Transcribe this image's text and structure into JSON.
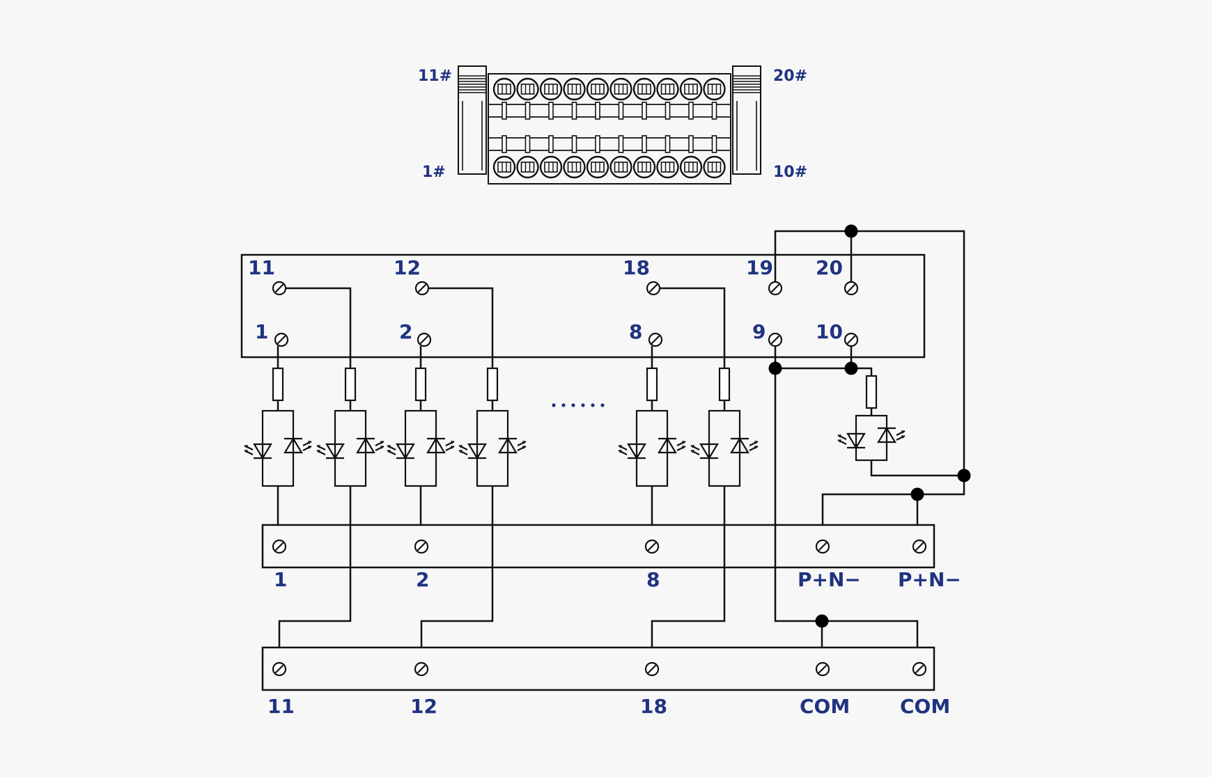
{
  "connector": {
    "label_top_left": "11#",
    "label_top_right": "20#",
    "label_bottom_left": "1#",
    "label_bottom_right": "10#"
  },
  "module_terminals": {
    "top_row": [
      "11",
      "12",
      "18",
      "19",
      "20"
    ],
    "bottom_row": [
      "1",
      "2",
      "8",
      "9",
      "10"
    ]
  },
  "output_block": {
    "labels": [
      "1",
      "2",
      "8",
      "P+N−",
      "P+N−"
    ]
  },
  "common_block": {
    "labels": [
      "11",
      "12",
      "18",
      "COM",
      "COM"
    ]
  },
  "colors": {
    "label": "#1f3380",
    "line": "#111111",
    "background": "#f7f7f7"
  }
}
